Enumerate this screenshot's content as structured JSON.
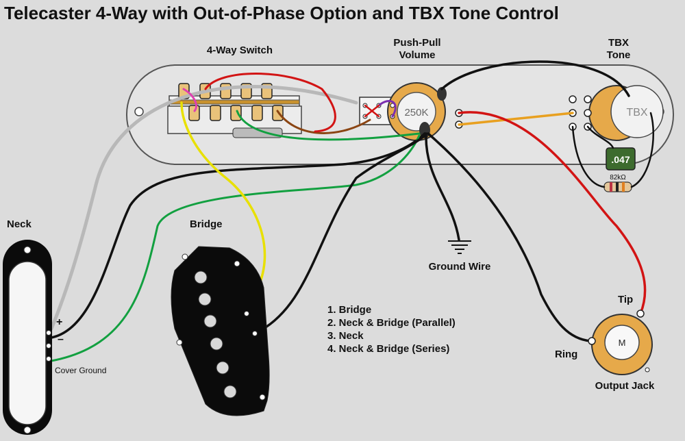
{
  "title": "Telecaster 4-Way with Out-of-Phase Option and TBX Tone Control",
  "labels": {
    "switch": "4-Way Switch",
    "volume_line1": "Push-Pull",
    "volume_line2": "Volume",
    "tone_line1": "TBX",
    "tone_line2": "Tone",
    "pot_value": "250K",
    "tbx_mark": "TBX",
    "neck": "Neck",
    "bridge": "Bridge",
    "ground_wire": "Ground Wire",
    "tip": "Tip",
    "ring": "Ring",
    "output_jack": "Output Jack",
    "jack_mark": "M",
    "cover_ground": "Cover Ground",
    "plus": "+",
    "minus": "–",
    "capacitor": ".047",
    "resistor": "82kΩ"
  },
  "positions": [
    "1. Bridge",
    "2. Neck & Bridge (Parallel)",
    "3. Neck",
    "4. Neck & Bridge (Series)"
  ],
  "colors": {
    "background": "#dcdcdc",
    "plate": "#e4e4e4",
    "black_wire": "#111111",
    "gray_wire": "#b8b8b8",
    "yellow_wire": "#e8e000",
    "green_wire": "#12a040",
    "red_wire": "#d21414",
    "brown_wire": "#8b4513",
    "orange_wire": "#e8a020",
    "purple_wire": "#7b2fb0",
    "pink_wire": "#e040b0",
    "pot_body": "#e6a94a",
    "capacitor": "#3d6b2e"
  }
}
